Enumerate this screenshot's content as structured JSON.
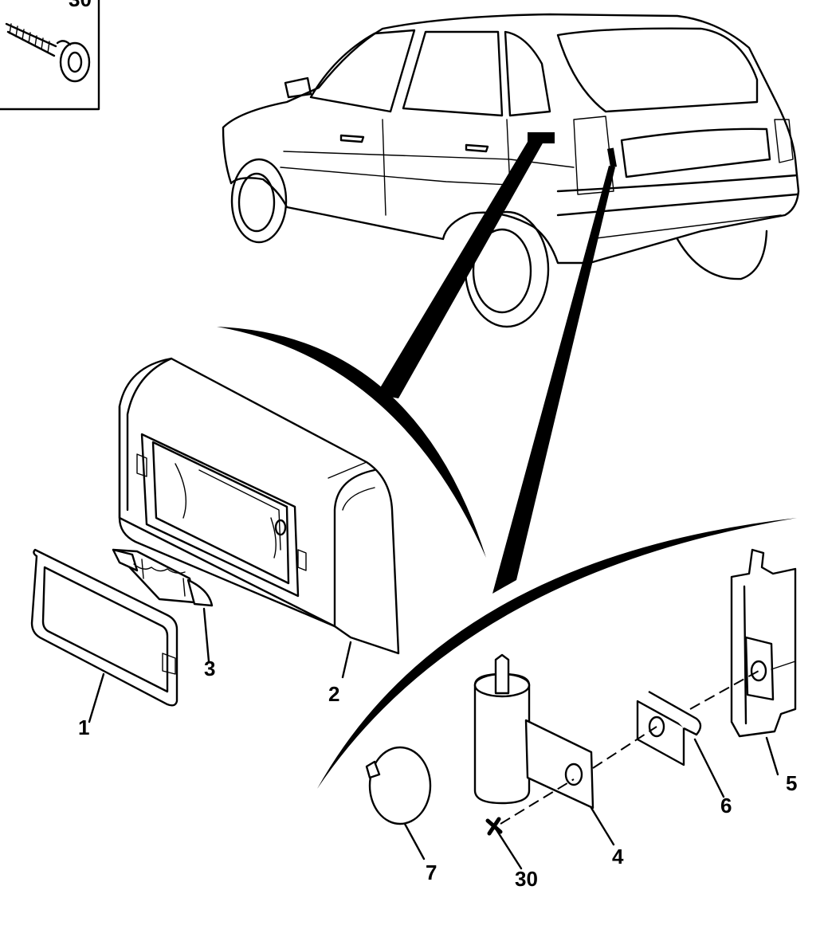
{
  "diagram": {
    "callouts": {
      "part_1": "1",
      "part_2": "2",
      "part_3": "3",
      "part_4": "4",
      "part_5": "5",
      "part_6": "6",
      "part_7": "7",
      "part_30": "30",
      "inset_30": "30"
    }
  }
}
